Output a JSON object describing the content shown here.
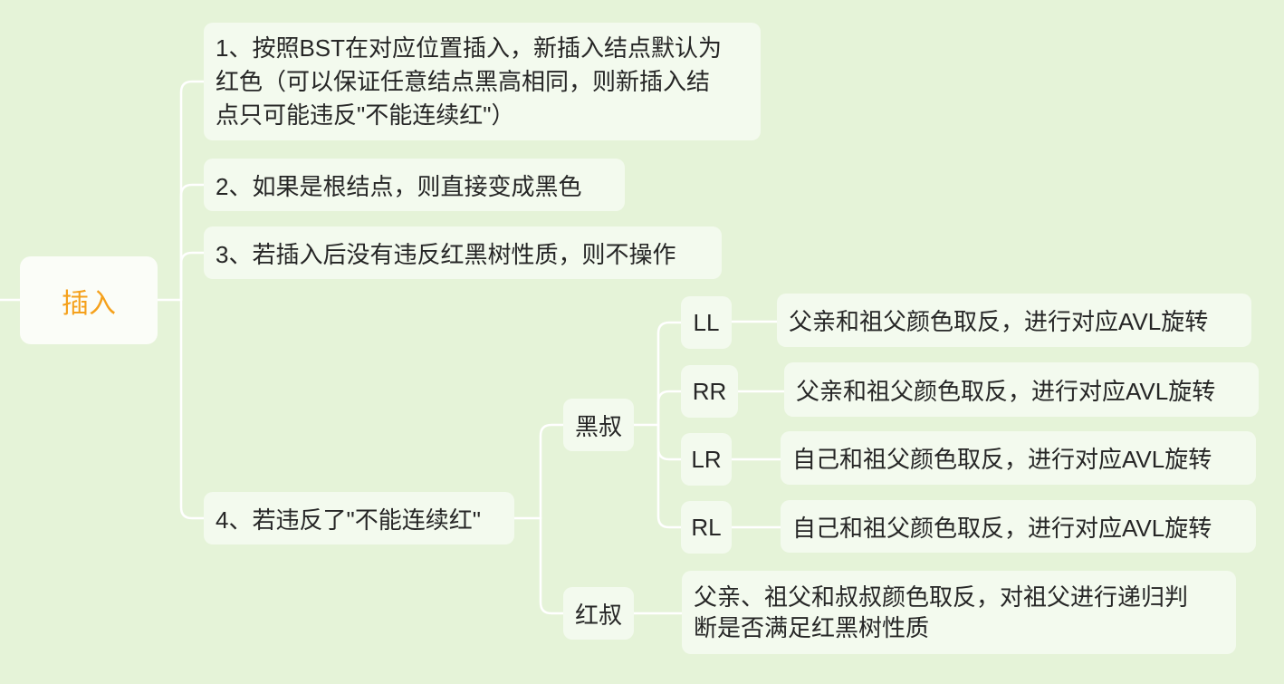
{
  "theme": {
    "background": "#e5f3d8",
    "node_background": "#f3faee",
    "root_background": "#fbfdf8",
    "root_text_color": "#f5a11c",
    "text_color": "#262626",
    "line_color": "#ffffff"
  },
  "root": {
    "label": "插入"
  },
  "steps": [
    {
      "lines": [
        "1、按照BST在对应位置插入，新插入结点默认为",
        "红色（可以保证任意结点黑高相同，则新插入结",
        "点只可能违反\"不能连续红\"）"
      ]
    },
    {
      "text": "2、如果是根结点，则直接变成黑色"
    },
    {
      "text": "3、若插入后没有违反红黑树性质，则不操作"
    },
    {
      "text": "4、若违反了\"不能连续红\""
    }
  ],
  "uncle_cases": {
    "black": {
      "label": "黑叔",
      "rotations": [
        {
          "label": "LL",
          "action": "父亲和祖父颜色取反，进行对应AVL旋转"
        },
        {
          "label": "RR",
          "action": "父亲和祖父颜色取反，进行对应AVL旋转"
        },
        {
          "label": "LR",
          "action": "自己和祖父颜色取反，进行对应AVL旋转"
        },
        {
          "label": "RL",
          "action": "自己和祖父颜色取反，进行对应AVL旋转"
        }
      ]
    },
    "red": {
      "label": "红叔",
      "action_lines": [
        "父亲、祖父和叔叔颜色取反，对祖父进行递归判",
        "断是否满足红黑树性质"
      ]
    }
  }
}
